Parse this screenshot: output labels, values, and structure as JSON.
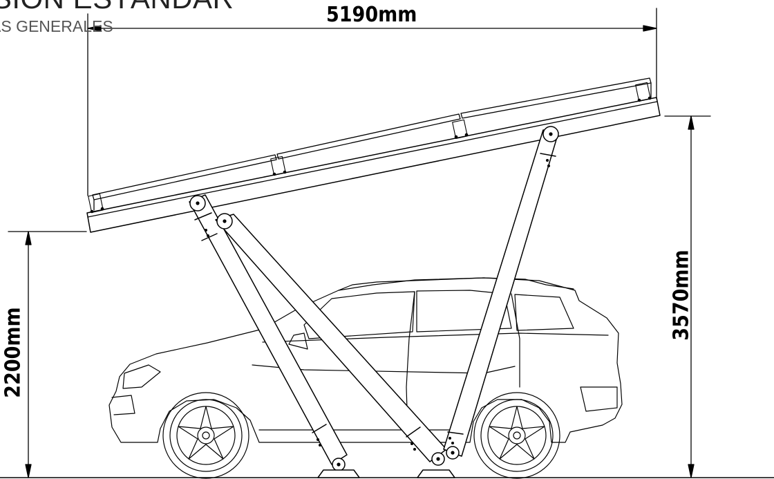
{
  "title": "RSIÓN ESTÁNDAR",
  "subtitle": "AS GENERALES",
  "dimensions": {
    "width_label": "5190mm",
    "lower_height_label": "2200mm",
    "upper_height_label": "3570mm"
  }
}
